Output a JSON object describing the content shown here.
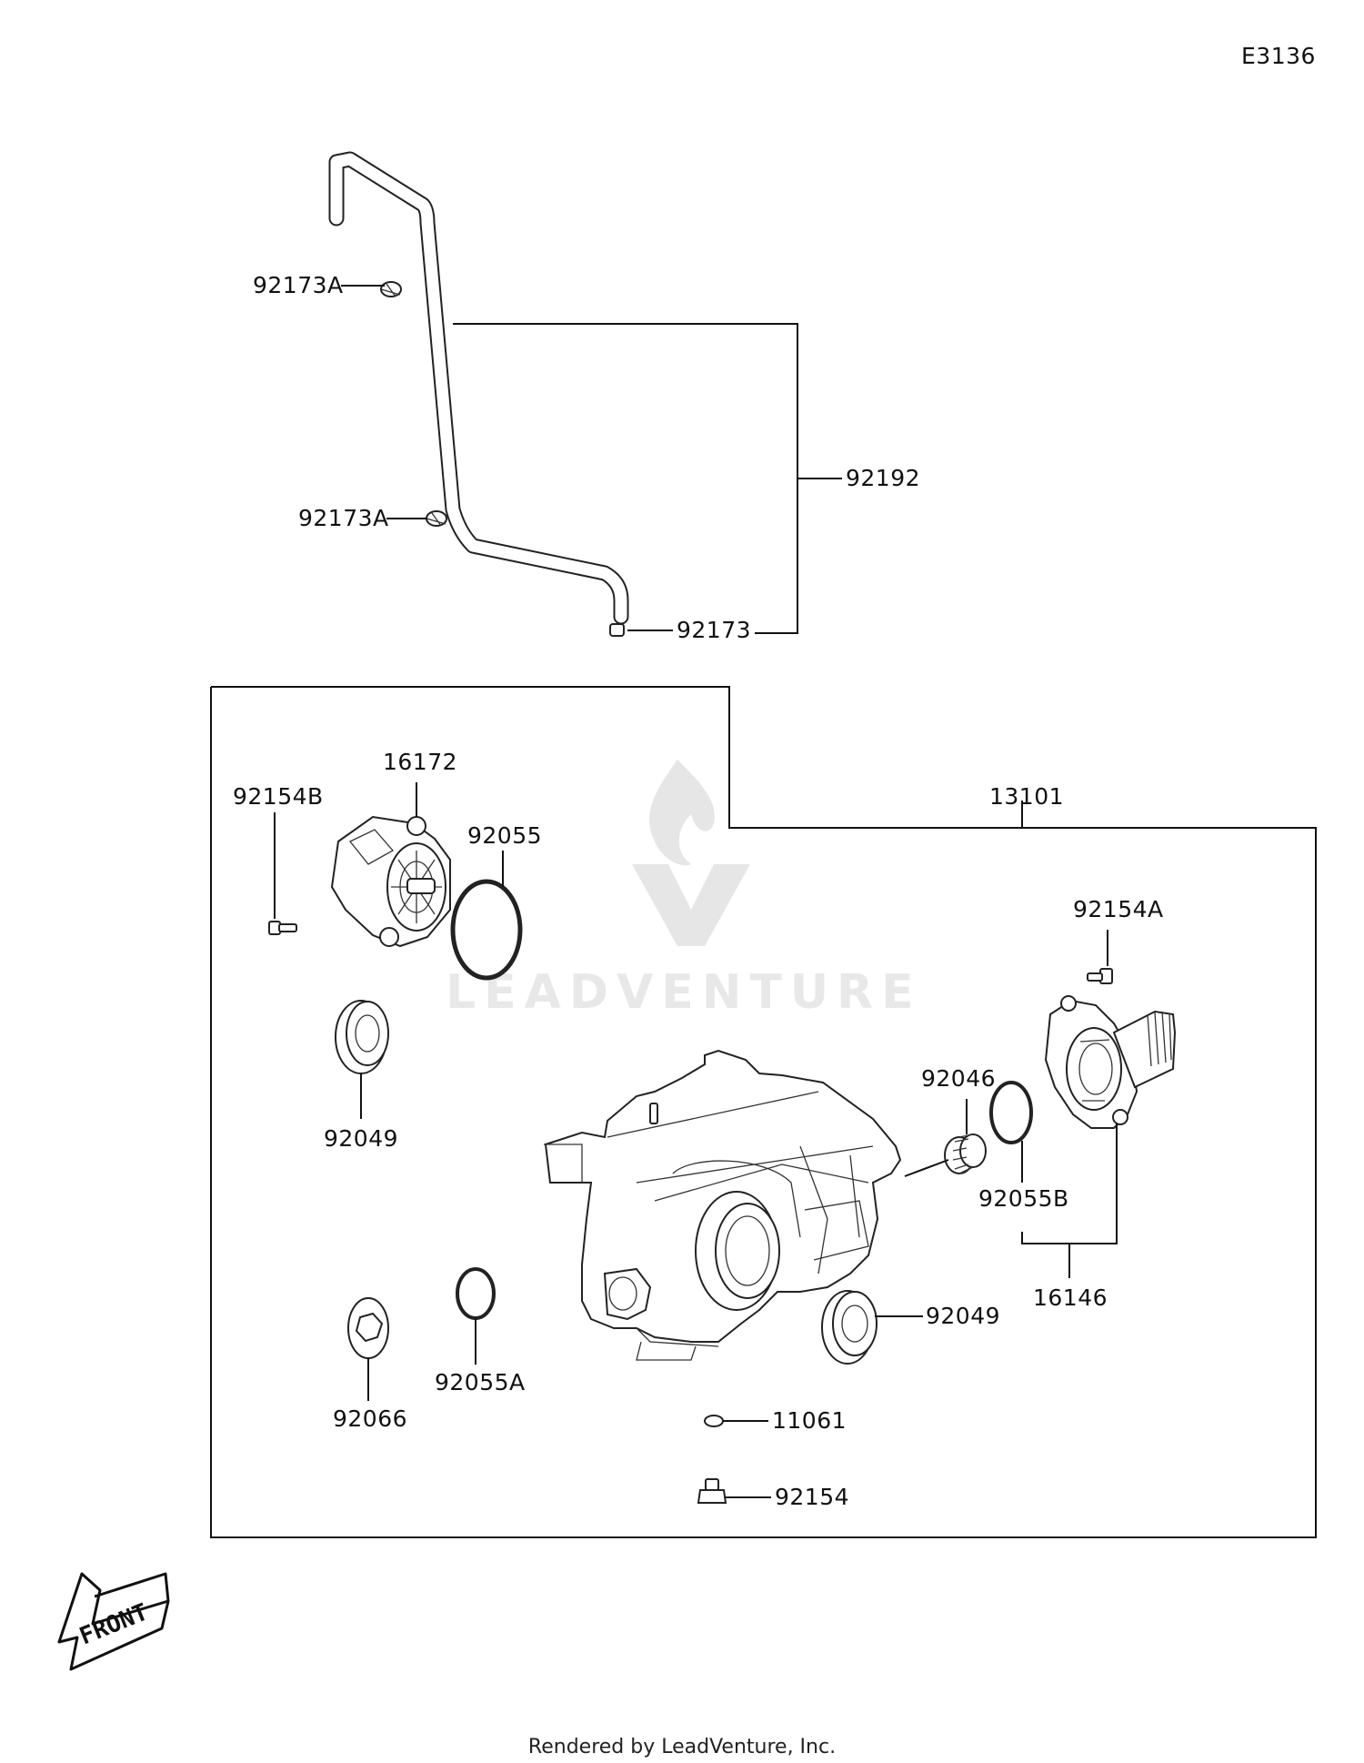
{
  "diagram_code": "E3136",
  "labels": {
    "p92173A_1": "92173A",
    "p92173A_2": "92173A",
    "p92192": "92192",
    "p92173": "92173",
    "p13101": "13101",
    "p16172": "16172",
    "p92154B": "92154B",
    "p92055": "92055",
    "p92154A": "92154A",
    "p92049_1": "92049",
    "p92046": "92046",
    "p92055B": "92055B",
    "p16146": "16146",
    "p92049_2": "92049",
    "p92066": "92066",
    "p92055A": "92055A",
    "p11061": "11061",
    "p92154": "92154"
  },
  "watermark": "LEADVENTURE",
  "front_arrow_label": "FRONT",
  "footer": "Rendered by LeadVenture, Inc."
}
